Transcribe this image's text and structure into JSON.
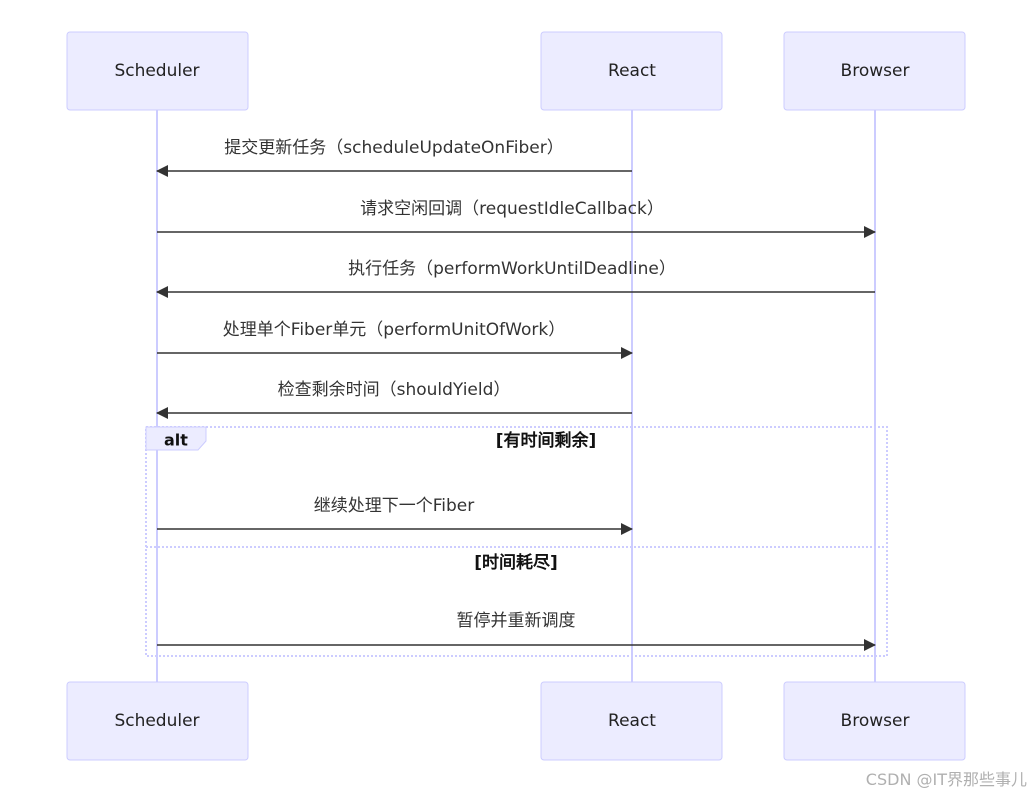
{
  "actors": [
    {
      "id": "scheduler",
      "label": "Scheduler"
    },
    {
      "id": "react",
      "label": "React"
    },
    {
      "id": "browser",
      "label": "Browser"
    }
  ],
  "messages": [
    {
      "from": "react",
      "to": "scheduler",
      "label": "提交更新任务（scheduleUpdateOnFiber）"
    },
    {
      "from": "scheduler",
      "to": "browser",
      "label": "请求空闲回调（requestIdleCallback）"
    },
    {
      "from": "browser",
      "to": "scheduler",
      "label": "执行任务（performWorkUntilDeadline）"
    },
    {
      "from": "scheduler",
      "to": "react",
      "label": "处理单个Fiber单元（performUnitOfWork）"
    },
    {
      "from": "react",
      "to": "scheduler",
      "label": "检查剩余时间（shouldYield）"
    },
    {
      "from": "scheduler",
      "to": "react",
      "label": "继续处理下一个Fiber"
    },
    {
      "from": "scheduler",
      "to": "browser",
      "label": "暂停并重新调度"
    }
  ],
  "alt_frame": {
    "label": "alt",
    "branches": [
      {
        "condition": "[有时间剩余]"
      },
      {
        "condition": "[时间耗尽]"
      }
    ]
  },
  "watermark": "CSDN @IT界那些事儿",
  "colors": {
    "actor_fill": "#ECECFF",
    "actor_stroke": "#CCCCFF",
    "line": "#333333"
  }
}
